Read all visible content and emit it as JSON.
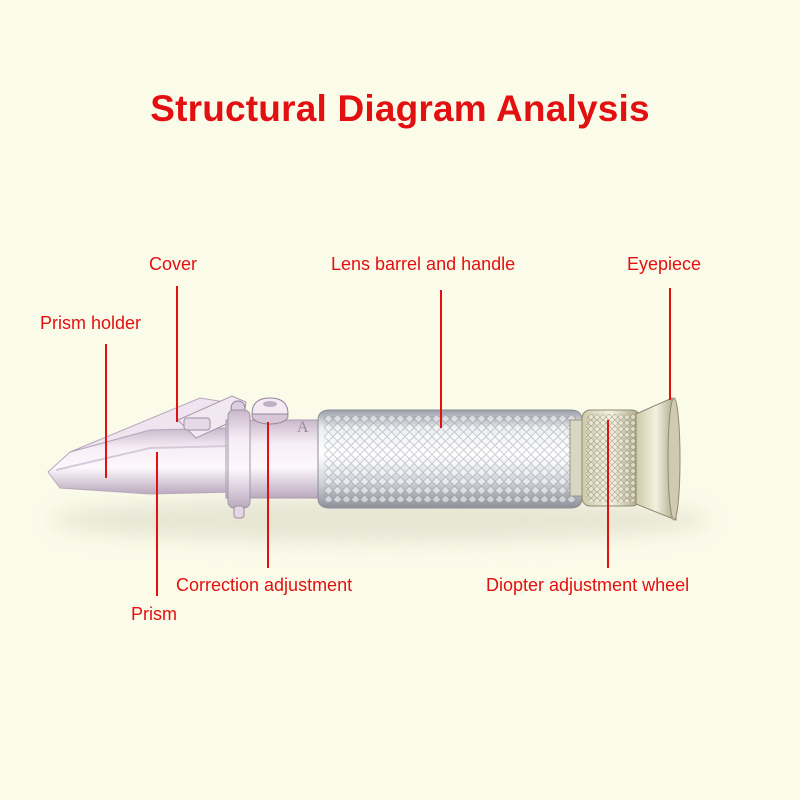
{
  "title": "Structural Diagram Analysis",
  "colors": {
    "background": "#fbfbea",
    "accent": "#e21010"
  },
  "labels": {
    "cover": "Cover",
    "lens_barrel_handle": "Lens barrel and handle",
    "eyepiece": "Eyepiece",
    "prism_holder": "Prism holder",
    "correction_adjustment": "Correction adjustment",
    "diopter_adjustment_wheel": "Diopter adjustment wheel",
    "prism": "Prism"
  }
}
